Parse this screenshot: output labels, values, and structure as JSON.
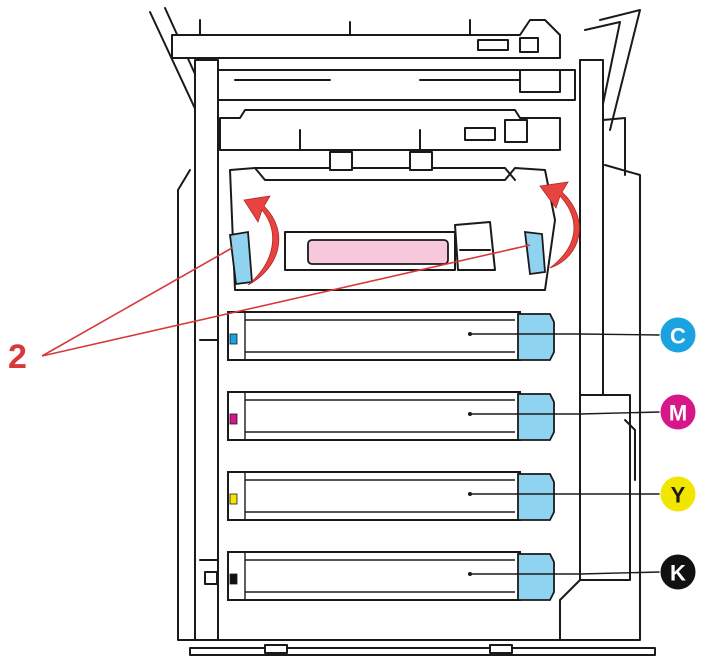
{
  "number_label": "2",
  "colors": {
    "line": "#1a1a1a",
    "red": "#d9383a",
    "cyan": "#1aa3e0",
    "magenta": "#d6178a",
    "yellow": "#f2e600",
    "black": "#111111",
    "light_blue": "#8fd3f0",
    "pink": "#f7c8dc",
    "arrow_red": "#e8443f"
  },
  "cartridges": [
    {
      "key": "cyan",
      "letter": "C",
      "color": "#1aa3e0",
      "text_color": "#ffffff"
    },
    {
      "key": "magenta",
      "letter": "M",
      "color": "#d6178a",
      "text_color": "#ffffff"
    },
    {
      "key": "yellow",
      "letter": "Y",
      "color": "#f2e600",
      "text_color": "#1a1a1a"
    },
    {
      "key": "black",
      "letter": "K",
      "color": "#111111",
      "text_color": "#ffffff"
    }
  ]
}
